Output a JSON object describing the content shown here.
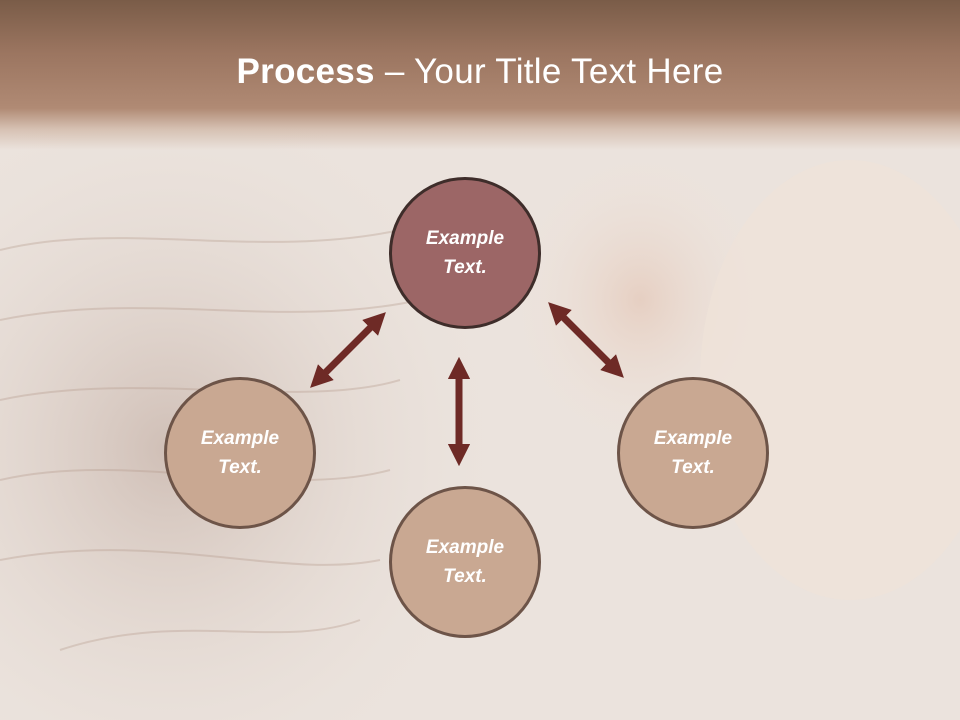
{
  "title": {
    "bold": "Process",
    "separator": " – ",
    "rest": "Your Title Text Here"
  },
  "diagram": {
    "nodes": [
      {
        "id": "top",
        "line1": "Example",
        "line2": "Text.",
        "color": "#9c6666"
      },
      {
        "id": "left",
        "line1": "Example",
        "line2": "Text.",
        "color": "#c9a892"
      },
      {
        "id": "right",
        "line1": "Example",
        "line2": "Text.",
        "color": "#c9a892"
      },
      {
        "id": "bottom",
        "line1": "Example",
        "line2": "Text.",
        "color": "#c9a892"
      }
    ],
    "arrow_color": "#6e2a26"
  }
}
